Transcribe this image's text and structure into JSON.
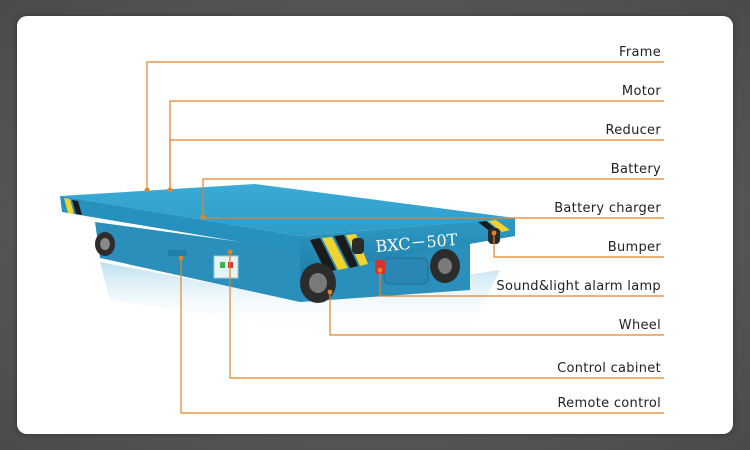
{
  "colors": {
    "leader": "#e0842a",
    "cart": "#33a3cf",
    "stripe_yellow": "#f2d22e"
  },
  "cart": {
    "plate_text": "BXC－50T"
  },
  "labels": [
    {
      "id": "frame",
      "text": "Frame"
    },
    {
      "id": "motor",
      "text": "Motor"
    },
    {
      "id": "reducer",
      "text": "Reducer"
    },
    {
      "id": "battery",
      "text": "Battery"
    },
    {
      "id": "battery-charger",
      "text": "Battery charger"
    },
    {
      "id": "bumper",
      "text": "Bumper"
    },
    {
      "id": "alarm-lamp",
      "text": "Sound&light alarm lamp"
    },
    {
      "id": "wheel",
      "text": "Wheel"
    },
    {
      "id": "control-cabinet",
      "text": "Control cabinet"
    },
    {
      "id": "remote-control",
      "text": "Remote control"
    }
  ]
}
